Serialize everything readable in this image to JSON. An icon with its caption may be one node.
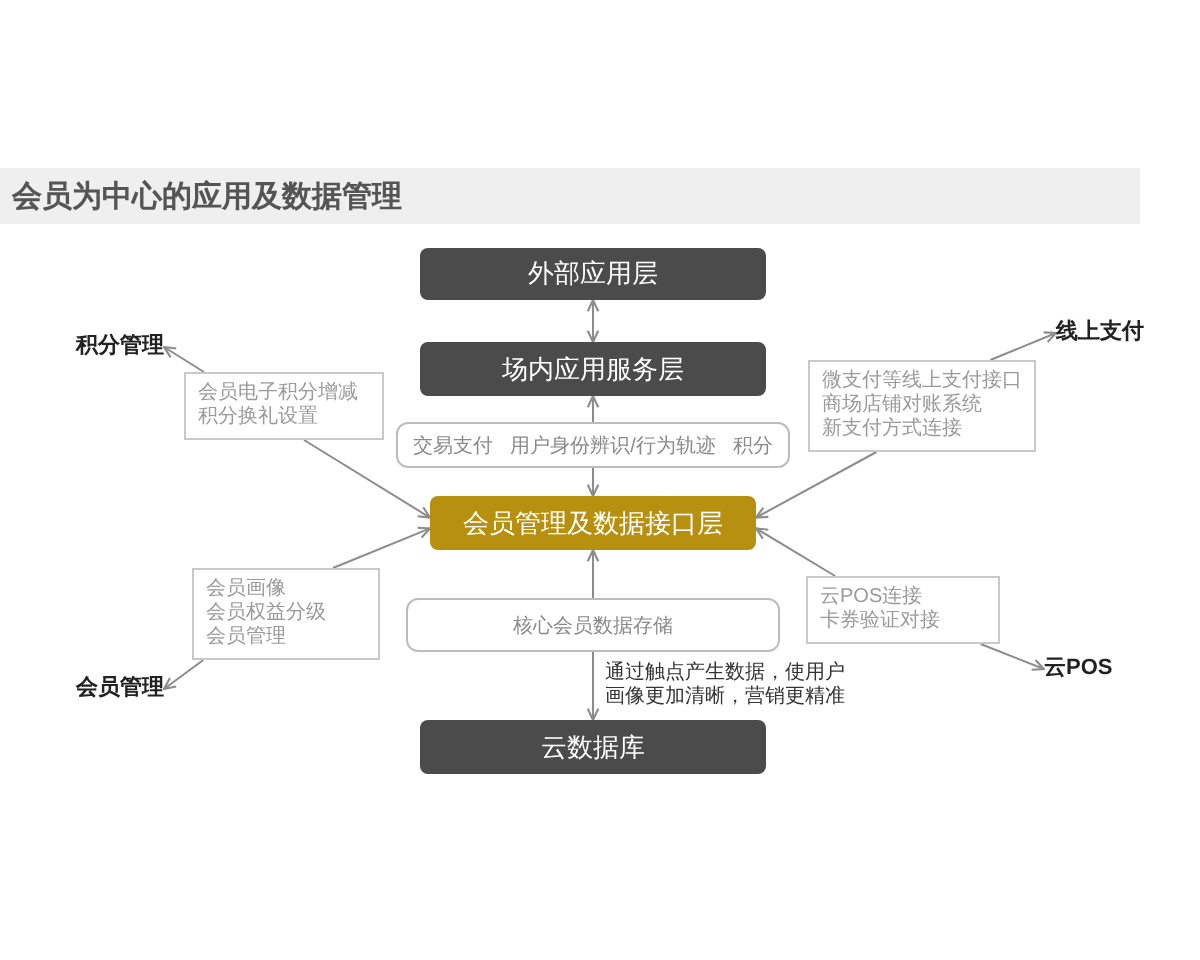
{
  "diagram": {
    "title": "会员为中心的应用及数据管理",
    "nodes": [
      {
        "text": [
          "外部应用层"
        ]
      },
      {
        "text": [
          "场内应用服务层"
        ]
      },
      {
        "text": [
          "交易支付 用户身份辨识/行为轨迹 积分"
        ]
      },
      {
        "text": [
          "会员管理及数据接口层"
        ]
      },
      {
        "text": [
          "核心会员数据存储"
        ]
      },
      {
        "text": [
          "云数据库"
        ]
      },
      {
        "text": [
          "积分管理"
        ]
      },
      {
        "text": [
          "会员电子积分增减",
          "积分换礼设置"
        ]
      },
      {
        "text": [
          "线上支付"
        ]
      },
      {
        "text": [
          "微支付等线上支付接口",
          "商场店铺对账系统",
          "新支付方式连接"
        ]
      },
      {
        "text": [
          "会员画像",
          "会员权益分级",
          "会员管理"
        ]
      },
      {
        "text": [
          "会员管理"
        ]
      },
      {
        "text": [
          "云POS连接",
          "卡券验证对接"
        ]
      },
      {
        "text": [
          "云POS"
        ]
      }
    ],
    "edges": [
      {
        "from": 0,
        "to": 1,
        "arrow": "both"
      },
      {
        "from": 2,
        "to": 1,
        "arrow": "to"
      },
      {
        "from": 2,
        "to": 3,
        "arrow": "to"
      },
      {
        "from": 4,
        "to": 3,
        "arrow": "to"
      },
      {
        "from": 4,
        "to": 5,
        "arrow": "to",
        "label": "通过触点产生数据，使用户画像更加清晰，营销更精准"
      },
      {
        "from": 7,
        "to": 6,
        "arrow": "to"
      },
      {
        "from": 7,
        "to": 3,
        "arrow": "to"
      },
      {
        "from": 9,
        "to": 8,
        "arrow": "to"
      },
      {
        "from": 9,
        "to": 3,
        "arrow": "to"
      },
      {
        "from": 10,
        "to": 3,
        "arrow": "to"
      },
      {
        "from": 10,
        "to": 11,
        "arrow": "to"
      },
      {
        "from": 12,
        "to": 3,
        "arrow": "to"
      },
      {
        "from": 12,
        "to": 13,
        "arrow": "to"
      }
    ]
  }
}
